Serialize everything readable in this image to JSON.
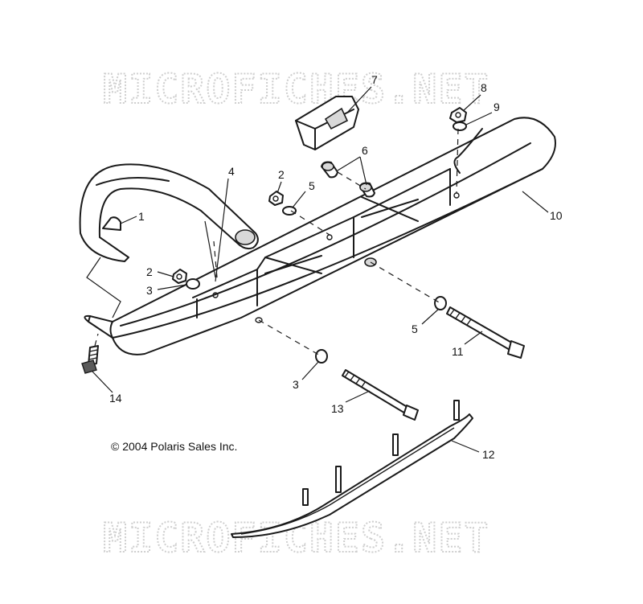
{
  "watermark": "MICROFICHES.NET",
  "copyright": "© 2004 Polaris Sales Inc.",
  "callouts": {
    "c1": "1",
    "c2a": "2",
    "c2b": "2",
    "c3a": "3",
    "c3b": "3",
    "c4": "4",
    "c5a": "5",
    "c5b": "5",
    "c6": "6",
    "c7": "7",
    "c8": "8",
    "c9": "9",
    "c10": "10",
    "c11": "11",
    "c12": "12",
    "c13": "13",
    "c14": "14"
  }
}
